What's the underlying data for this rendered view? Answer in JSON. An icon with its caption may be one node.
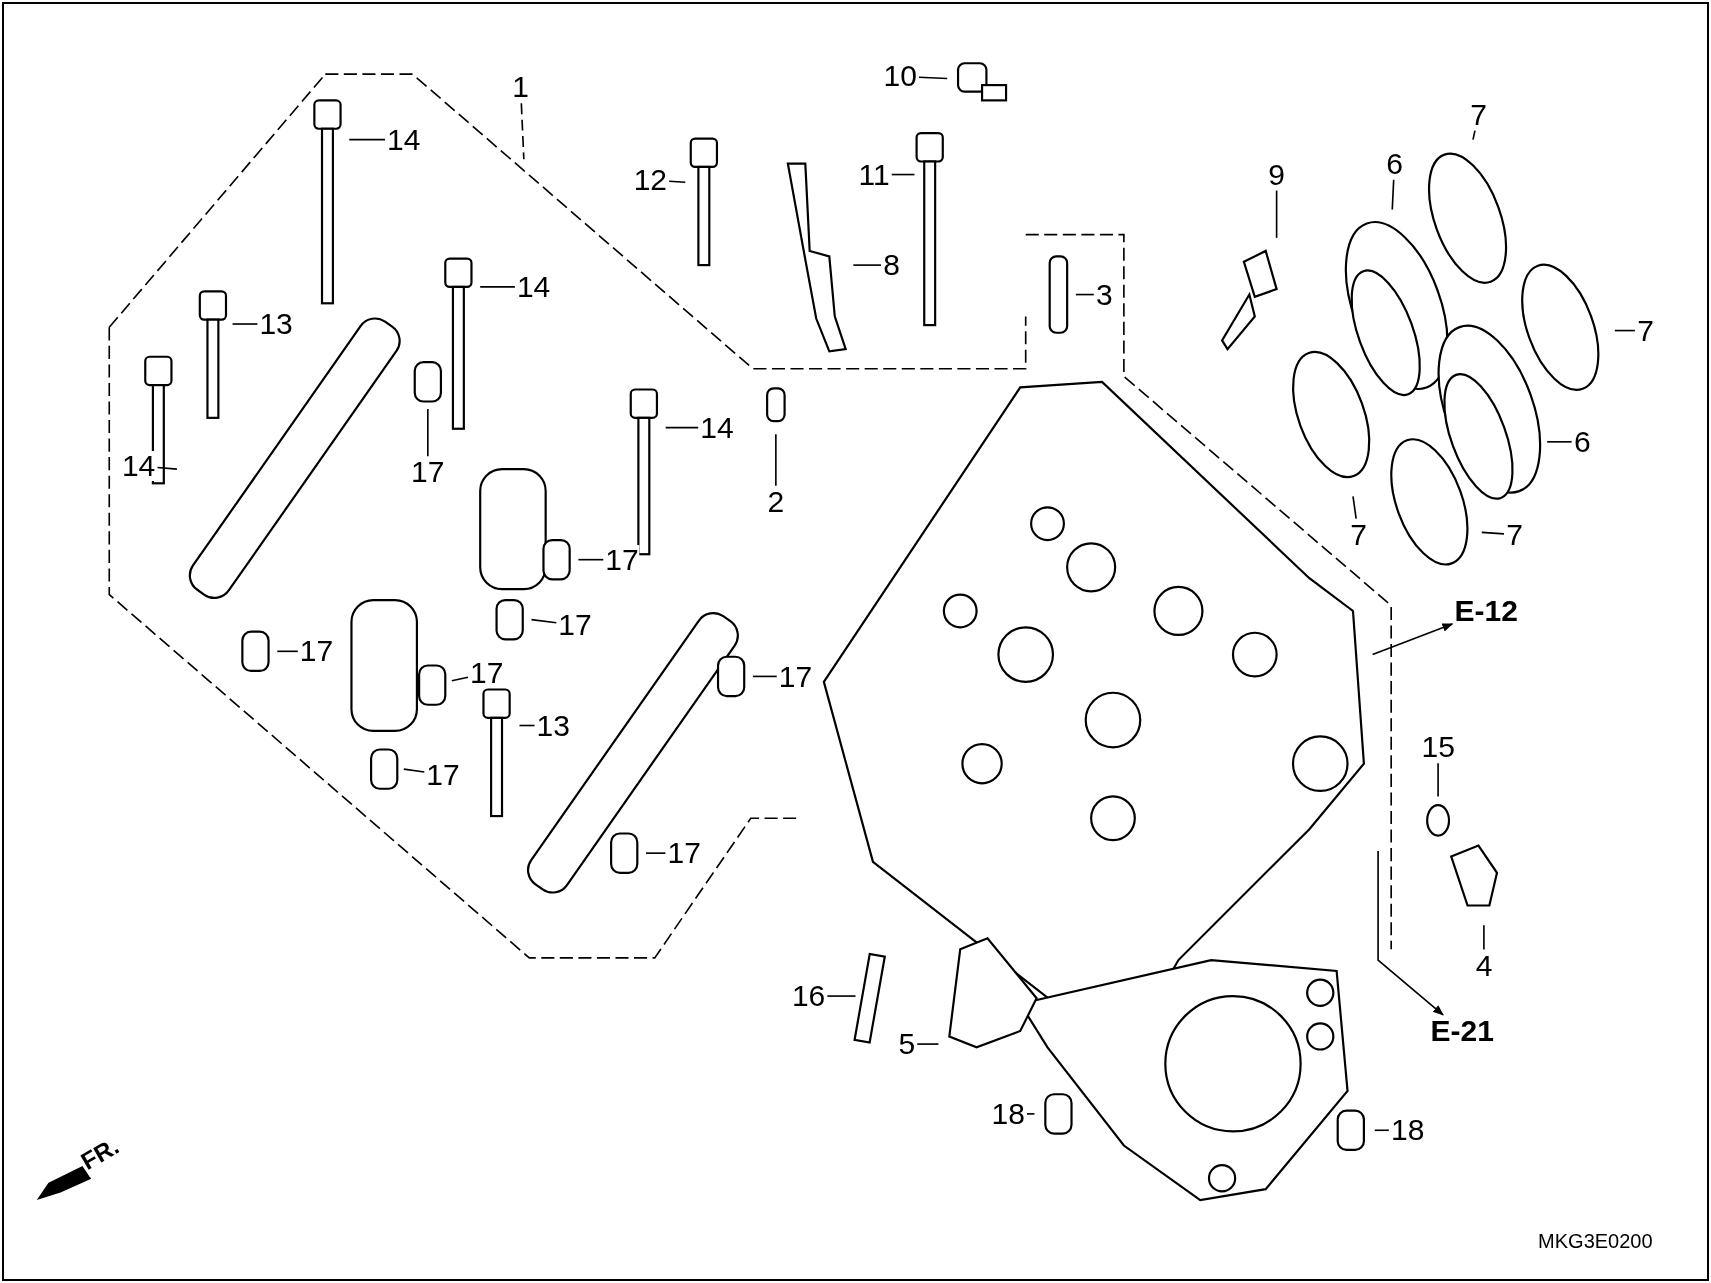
{
  "diagram": {
    "nodes": [
      {
        "text": [
          "1"
        ]
      },
      {
        "text": [
          "14"
        ]
      },
      {
        "text": [
          "13"
        ]
      },
      {
        "text": [
          "14"
        ]
      },
      {
        "text": [
          "14"
        ]
      },
      {
        "text": [
          "17"
        ]
      },
      {
        "text": [
          "17"
        ]
      },
      {
        "text": [
          "17"
        ]
      },
      {
        "text": [
          "17"
        ]
      },
      {
        "text": [
          "17"
        ]
      },
      {
        "text": [
          "17"
        ]
      },
      {
        "text": [
          "14"
        ]
      },
      {
        "text": [
          "13"
        ]
      },
      {
        "text": [
          "17"
        ]
      },
      {
        "text": [
          "17"
        ]
      },
      {
        "text": [
          "2"
        ]
      },
      {
        "text": [
          "12"
        ]
      },
      {
        "text": [
          "11"
        ]
      },
      {
        "text": [
          "10"
        ]
      },
      {
        "text": [
          "8"
        ]
      },
      {
        "text": [
          "3"
        ]
      },
      {
        "text": [
          "9"
        ]
      },
      {
        "text": [
          "7"
        ]
      },
      {
        "text": [
          "6"
        ]
      },
      {
        "text": [
          "7"
        ]
      },
      {
        "text": [
          "6"
        ]
      },
      {
        "text": [
          "7"
        ]
      },
      {
        "text": [
          "7"
        ]
      },
      {
        "text": [
          "15"
        ]
      },
      {
        "text": [
          "4"
        ]
      },
      {
        "text": [
          "16"
        ]
      },
      {
        "text": [
          "5"
        ]
      },
      {
        "text": [
          "18"
        ]
      },
      {
        "text": [
          "18"
        ]
      },
      {
        "text": [
          "E-12"
        ]
      },
      {
        "text": [
          "E-21"
        ]
      }
    ],
    "edges": [
      {
        "from": 0,
        "to": null,
        "arrow": "none",
        "style": "dashed"
      },
      {
        "from": 1,
        "to": null,
        "arrow": "none"
      },
      {
        "from": 2,
        "to": null,
        "arrow": "none"
      },
      {
        "from": 3,
        "to": null,
        "arrow": "none"
      },
      {
        "from": 4,
        "to": null,
        "arrow": "none"
      },
      {
        "from": 5,
        "to": null,
        "arrow": "none"
      },
      {
        "from": 6,
        "to": null,
        "arrow": "none"
      },
      {
        "from": 7,
        "to": null,
        "arrow": "none"
      },
      {
        "from": 8,
        "to": null,
        "arrow": "none"
      },
      {
        "from": 9,
        "to": null,
        "arrow": "none"
      },
      {
        "from": 10,
        "to": null,
        "arrow": "none"
      },
      {
        "from": 11,
        "to": null,
        "arrow": "none"
      },
      {
        "from": 12,
        "to": null,
        "arrow": "none"
      },
      {
        "from": 13,
        "to": null,
        "arrow": "none"
      },
      {
        "from": 14,
        "to": null,
        "arrow": "none"
      },
      {
        "from": 15,
        "to": null,
        "arrow": "none"
      },
      {
        "from": 16,
        "to": null,
        "arrow": "none"
      },
      {
        "from": 17,
        "to": null,
        "arrow": "none"
      },
      {
        "from": 18,
        "to": null,
        "arrow": "none"
      },
      {
        "from": 19,
        "to": null,
        "arrow": "none"
      },
      {
        "from": 20,
        "to": null,
        "arrow": "none"
      },
      {
        "from": 21,
        "to": null,
        "arrow": "none"
      },
      {
        "from": 22,
        "to": null,
        "arrow": "none"
      },
      {
        "from": 23,
        "to": null,
        "arrow": "none"
      },
      {
        "from": 24,
        "to": null,
        "arrow": "none"
      },
      {
        "from": 25,
        "to": null,
        "arrow": "none"
      },
      {
        "from": 26,
        "to": null,
        "arrow": "none"
      },
      {
        "from": 27,
        "to": null,
        "arrow": "none"
      },
      {
        "from": 28,
        "to": null,
        "arrow": "none"
      },
      {
        "from": 29,
        "to": null,
        "arrow": "none"
      },
      {
        "from": 30,
        "to": null,
        "arrow": "none"
      },
      {
        "from": 31,
        "to": null,
        "arrow": "none"
      },
      {
        "from": 32,
        "to": null,
        "arrow": "none"
      },
      {
        "from": 33,
        "to": null,
        "arrow": "none"
      },
      {
        "from": null,
        "to": 34,
        "arrow": "to"
      },
      {
        "from": null,
        "to": 35,
        "arrow": "to"
      }
    ],
    "labels": [
      "FR.",
      "MKG3E0200"
    ]
  }
}
